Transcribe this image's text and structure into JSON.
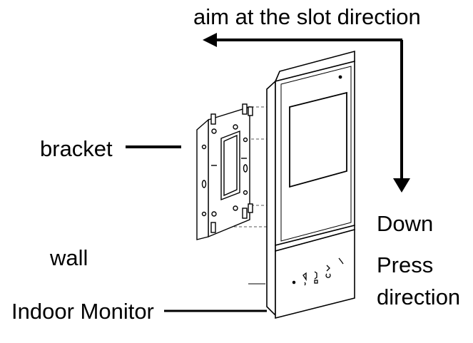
{
  "labels": {
    "slot_direction": "aim at the slot direction",
    "bracket": "bracket",
    "wall": "wall",
    "indoor_monitor": "Indoor Monitor",
    "down": "Down",
    "press": "Press",
    "direction": "direction"
  },
  "colors": {
    "line": "#000000",
    "device_face": "#ffffff",
    "dashed": "#555555"
  }
}
